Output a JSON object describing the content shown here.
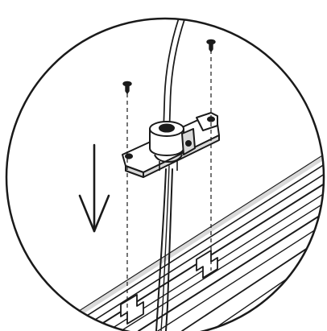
{
  "figure": {
    "kind": "installation-diagram",
    "ink_color": "#1a1a1a",
    "paper_color": "#ffffff",
    "mid_gray": "#d9d9d9",
    "parts": [
      "screw-left",
      "screw-right",
      "mounting-bracket",
      "cable-clamp",
      "cable",
      "mounting-rail",
      "direction-arrow"
    ],
    "arrow_direction": "down"
  }
}
